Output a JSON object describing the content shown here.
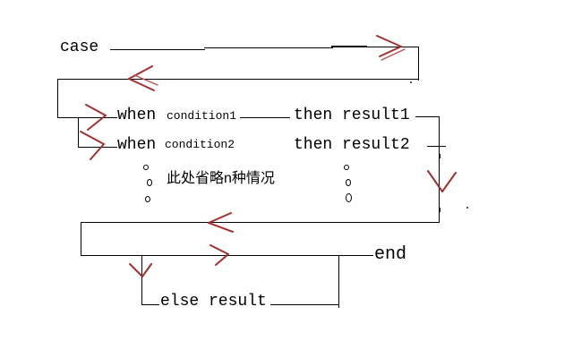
{
  "diagram": {
    "type": "flow-diagram",
    "subject": "sql-case-expression-syntax",
    "labels": {
      "case_keyword": "case",
      "when1_keyword": "when",
      "condition1": "condition1",
      "then_result1": "then result1",
      "when2_keyword": "when",
      "condition2": "condition2",
      "then_result2": "then result2",
      "omission_note": "此处省略n种情况",
      "end_keyword": "end",
      "else_result": "else result"
    },
    "colors": {
      "background": "#ffffff",
      "line": "#000000",
      "text": "#000000",
      "arrow": "#a33030",
      "arrow_light": "#c05050"
    }
  }
}
